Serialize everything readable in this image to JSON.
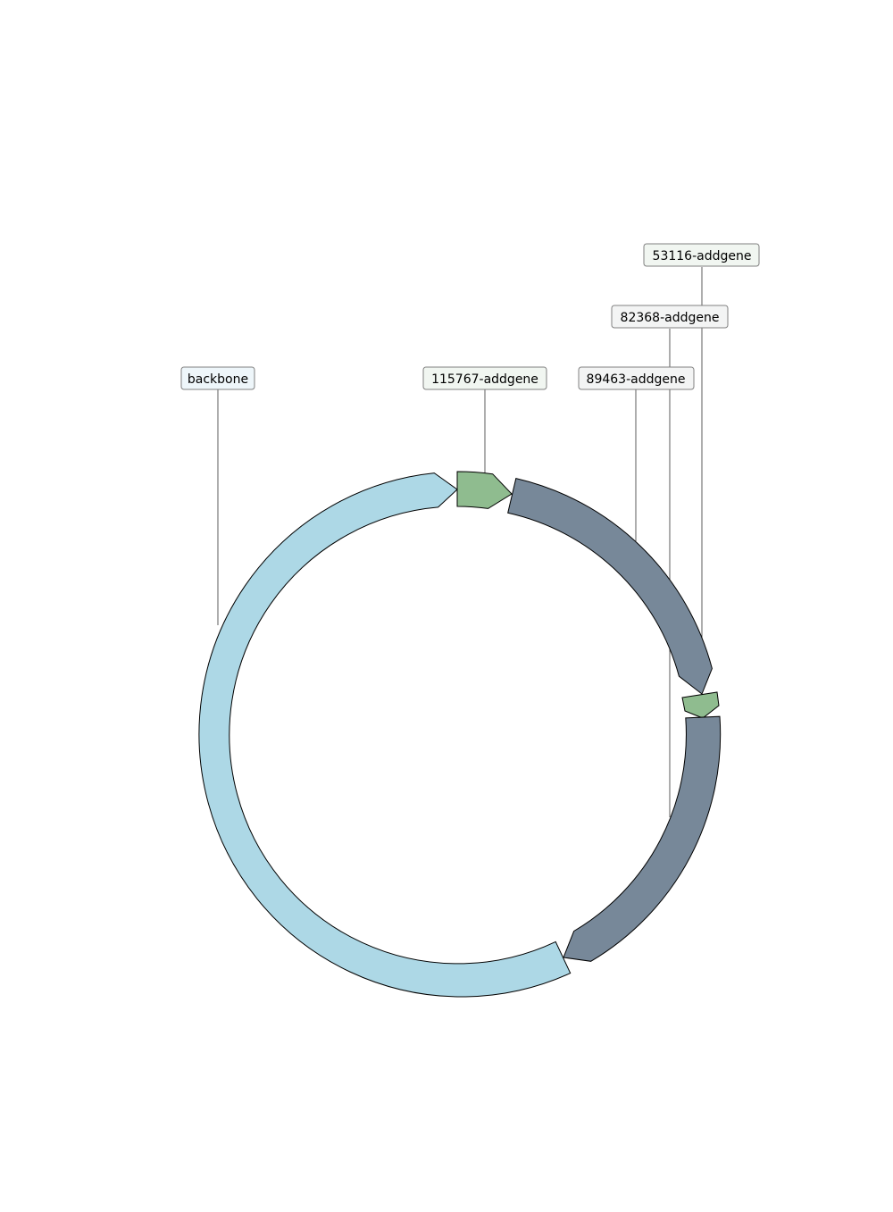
{
  "diagram": {
    "features": [
      {
        "id": "backbone",
        "name": "backbone",
        "color": "#add8e6",
        "label_bg": "#eef6fa"
      },
      {
        "id": "insert-115767",
        "name": "115767-addgene",
        "color": "#8fbc8f",
        "label_bg": "#f1f6f1"
      },
      {
        "id": "insert-89463",
        "name": "89463-addgene",
        "color": "#778899",
        "label_bg": "#f3f4f4"
      },
      {
        "id": "insert-53116",
        "name": "53116-addgene",
        "color": "#8fbc8f",
        "label_bg": "#f1f6f1"
      },
      {
        "id": "insert-82368",
        "name": "82368-addgene",
        "color": "#778899",
        "label_bg": "#f3f4f4"
      }
    ]
  }
}
